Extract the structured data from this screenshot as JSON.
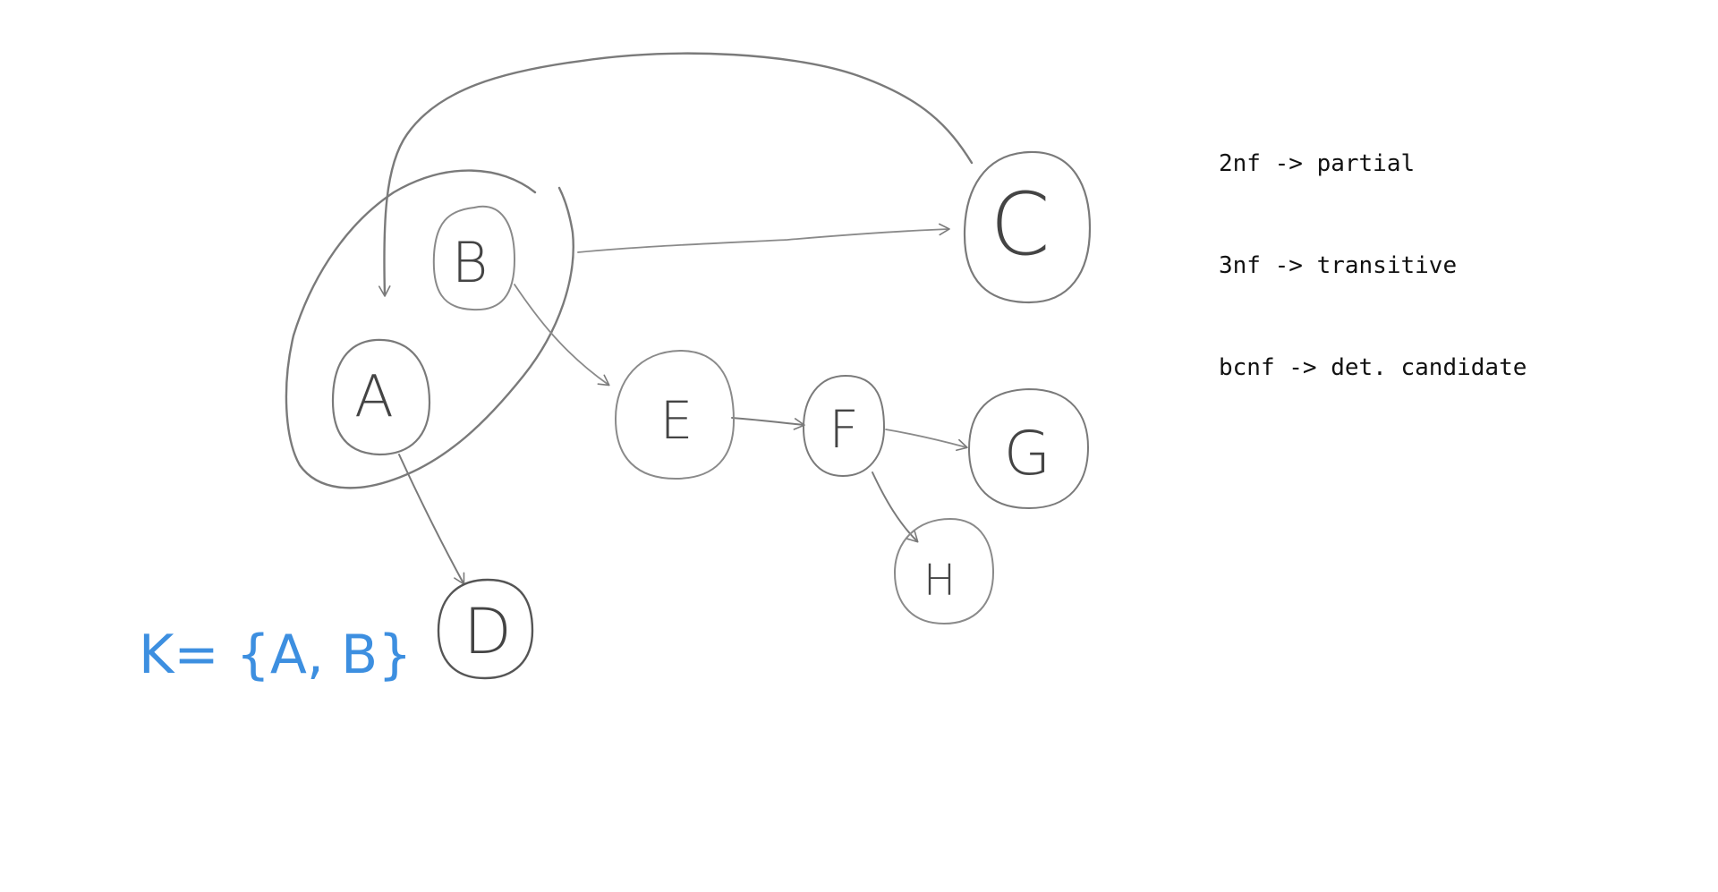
{
  "diagram": {
    "nodes": [
      {
        "id": "A",
        "label": "A"
      },
      {
        "id": "B",
        "label": "B"
      },
      {
        "id": "C",
        "label": "C"
      },
      {
        "id": "D",
        "label": "D"
      },
      {
        "id": "E",
        "label": "E"
      },
      {
        "id": "F",
        "label": "F"
      },
      {
        "id": "G",
        "label": "G"
      },
      {
        "id": "H",
        "label": "H"
      }
    ],
    "edges": [
      {
        "from": "A,B",
        "to": "C"
      },
      {
        "from": "C",
        "to": "A"
      },
      {
        "from": "B",
        "to": "E"
      },
      {
        "from": "A",
        "to": "D"
      },
      {
        "from": "E",
        "to": "F"
      },
      {
        "from": "F",
        "to": "G"
      },
      {
        "from": "F",
        "to": "H"
      }
    ],
    "key_annotation": "K= {A, B}",
    "colors": {
      "stroke": "#7a7a7a",
      "node_label": "#444444",
      "annotation": "#3d8fe0",
      "background": "#ffffff"
    }
  },
  "notes": [
    "2nf -> partial",
    "3nf -> transitive",
    "bcnf -> det. candidate"
  ]
}
